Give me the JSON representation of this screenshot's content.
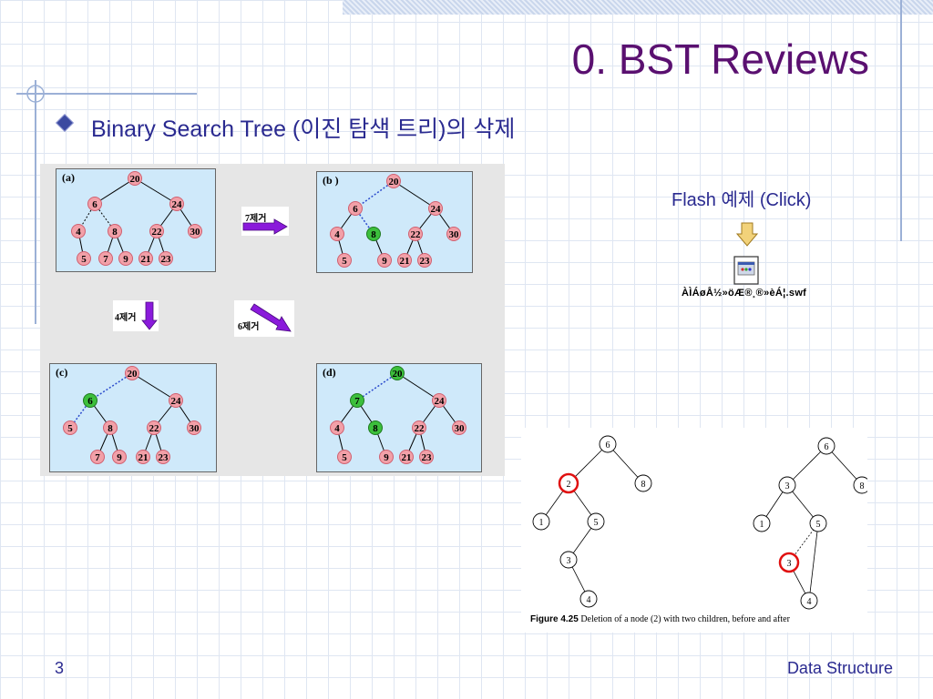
{
  "slide": {
    "title": "0. BST Reviews",
    "subtitle": "Binary Search Tree (이진 탐색 트리)의 삭제",
    "page_number": "3",
    "footer": "Data Structure",
    "flash_label": "Flash 예제 (Click)",
    "flash_file_name": "ÀÌÁøÅ½»öÆ®¸®»èÁ¦.swf"
  },
  "diagram": {
    "panels": [
      {
        "label": "(a)",
        "highlight": []
      },
      {
        "label": "(b )",
        "highlight": [
          "8"
        ]
      },
      {
        "label": "(c)",
        "highlight": [
          "6"
        ]
      },
      {
        "label": "(d)",
        "highlight": [
          "20",
          "7",
          "8"
        ]
      }
    ],
    "steps": [
      "7제거",
      "4제거",
      "6제거"
    ],
    "figure": {
      "caption_label": "Figure 4.25",
      "caption_text": " Deletion of a node (2) with two children, before and after",
      "before_nodes": [
        "6",
        "2",
        "8",
        "1",
        "5",
        "3",
        "4"
      ],
      "after_nodes": [
        "6",
        "3",
        "8",
        "1",
        "5",
        "3",
        "4"
      ],
      "circled_before": "2",
      "circled_after": "3"
    },
    "colors": {
      "node_pink": "#f2a0a8",
      "node_green": "#3cbf3c",
      "tree_bg": "#cfe9fa",
      "title": "#5a1070",
      "text": "#2a2a90"
    }
  }
}
